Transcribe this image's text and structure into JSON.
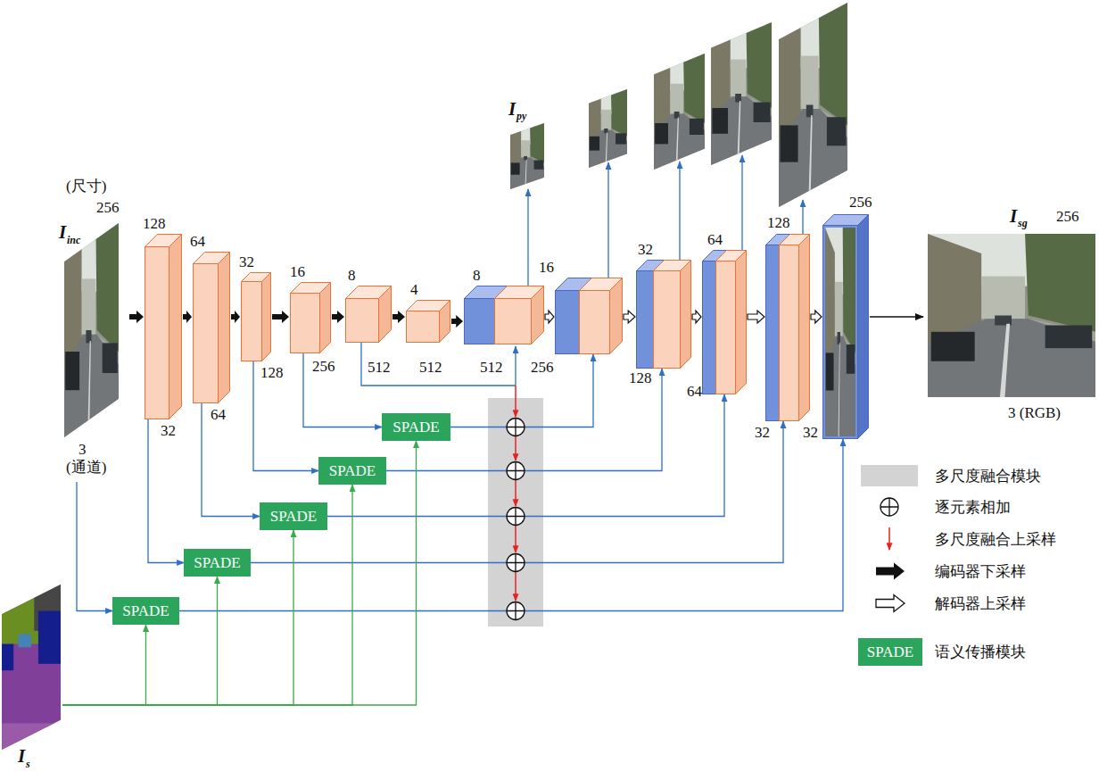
{
  "diagram": {
    "nodes": [
      {
        "text": [
          "(尺寸)",
          "256",
          "I",
          "inc",
          "3",
          "(通道)"
        ]
      },
      {
        "text": [
          "128",
          "32"
        ]
      },
      {
        "text": [
          "64",
          "64"
        ]
      },
      {
        "text": [
          "32",
          "128"
        ]
      },
      {
        "text": [
          "16",
          "256"
        ]
      },
      {
        "text": [
          "8",
          "512"
        ]
      },
      {
        "text": [
          "4",
          "512"
        ]
      },
      {
        "text": [
          "8",
          "512"
        ]
      },
      {
        "text": [
          "16",
          "256"
        ]
      },
      {
        "text": [
          "32",
          "128"
        ]
      },
      {
        "text": [
          "64",
          "64"
        ]
      },
      {
        "text": [
          "128",
          "32"
        ]
      },
      {
        "text": [
          "256",
          "32"
        ]
      },
      {
        "text": [
          "I",
          "py"
        ]
      },
      {
        "text": [
          "I",
          "sg",
          "256",
          "3 (RGB)"
        ]
      },
      {
        "text": [
          "SPADE"
        ]
      },
      {
        "text": [
          "SPADE"
        ]
      },
      {
        "text": [
          "SPADE"
        ]
      },
      {
        "text": [
          "SPADE"
        ]
      },
      {
        "text": [
          "SPADE"
        ]
      },
      {
        "text": [
          "I",
          "s"
        ]
      }
    ],
    "edges": [
      {
        "from": 0,
        "to": 1,
        "arrow": "to"
      },
      {
        "from": 1,
        "to": 2,
        "arrow": "to"
      },
      {
        "from": 2,
        "to": 3,
        "arrow": "to"
      },
      {
        "from": 3,
        "to": 4,
        "arrow": "to"
      },
      {
        "from": 4,
        "to": 5,
        "arrow": "to"
      },
      {
        "from": 5,
        "to": 6,
        "arrow": "to"
      },
      {
        "from": 6,
        "to": 7,
        "arrow": "to"
      },
      {
        "from": 7,
        "to": 8,
        "arrow": "to"
      },
      {
        "from": 8,
        "to": 9,
        "arrow": "to"
      },
      {
        "from": 9,
        "to": 10,
        "arrow": "to"
      },
      {
        "from": 10,
        "to": 11,
        "arrow": "to"
      },
      {
        "from": 11,
        "to": 12,
        "arrow": "to"
      },
      {
        "from": 12,
        "to": 14,
        "arrow": "to"
      },
      {
        "from": 0,
        "to": 19,
        "arrow": "to"
      },
      {
        "from": 1,
        "to": 18,
        "arrow": "to"
      },
      {
        "from": 2,
        "to": 17,
        "arrow": "to"
      },
      {
        "from": 3,
        "to": 16,
        "arrow": "to"
      },
      {
        "from": 4,
        "to": 15,
        "arrow": "to"
      },
      {
        "from": 15,
        "to": 8,
        "arrow": "to"
      },
      {
        "from": 16,
        "to": 9,
        "arrow": "to"
      },
      {
        "from": 17,
        "to": 10,
        "arrow": "to"
      },
      {
        "from": 18,
        "to": 11,
        "arrow": "to"
      },
      {
        "from": 19,
        "to": 12,
        "arrow": "to"
      },
      {
        "from": 20,
        "to": 15,
        "arrow": "to"
      },
      {
        "from": 20,
        "to": 16,
        "arrow": "to"
      },
      {
        "from": 20,
        "to": 17,
        "arrow": "to"
      },
      {
        "from": 20,
        "to": 18,
        "arrow": "to"
      },
      {
        "from": 20,
        "to": 19,
        "arrow": "to"
      },
      {
        "from": 7,
        "to": 13,
        "arrow": "to"
      }
    ],
    "labels": [
      "SPADE"
    ],
    "legend": [
      {
        "text": "多尺度融合模块",
        "color": "#d3d3d3"
      },
      {
        "text": "逐元素相加"
      },
      {
        "text": "多尺度融合上采样"
      },
      {
        "text": "编码器下采样"
      },
      {
        "text": "解码器上采样"
      },
      {
        "text": "语义传播模块",
        "color": "#2ba55b"
      }
    ]
  }
}
